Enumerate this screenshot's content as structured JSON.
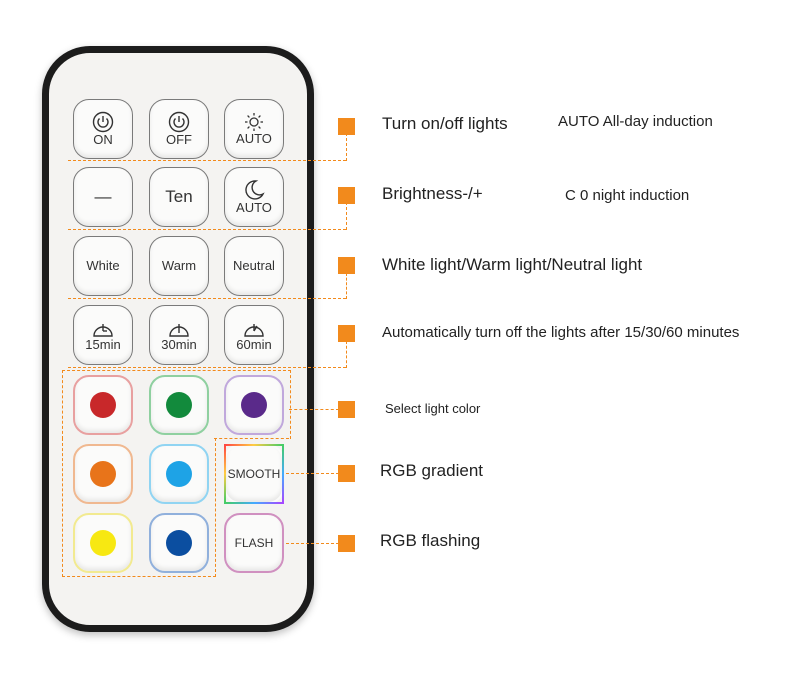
{
  "remote": {
    "row1": {
      "on": "ON",
      "off": "OFF",
      "auto": "AUTO"
    },
    "row2": {
      "minus": "—",
      "ten": "Ten",
      "auto": "AUTO"
    },
    "row3": {
      "white": "White",
      "warm": "Warm",
      "neutral": "Neutral"
    },
    "row4": {
      "t15": "15min",
      "t30": "30min",
      "t60": "60min"
    },
    "colors": {
      "red": "#c8282a",
      "green": "#128a3c",
      "purple": "#5a2a8a",
      "orange": "#e8741a",
      "sky": "#1ea3e6",
      "yellow": "#f7e812",
      "navy": "#0b4ea0"
    },
    "smooth": "SMOOTH",
    "flash": "FLASH"
  },
  "callouts": {
    "power": "Turn on/off lights",
    "auto_induction": "AUTO All-day induction",
    "brightness": "Brightness-/+",
    "night": "C 0 night induction",
    "light_mode": "White light/Warm light/Neutral light",
    "timer": "Automatically turn off the lights after 15/30/60 minutes",
    "color": "Select light color",
    "gradient": "RGB gradient",
    "flashing": "RGB flashing"
  },
  "accent": "#f28a1c"
}
